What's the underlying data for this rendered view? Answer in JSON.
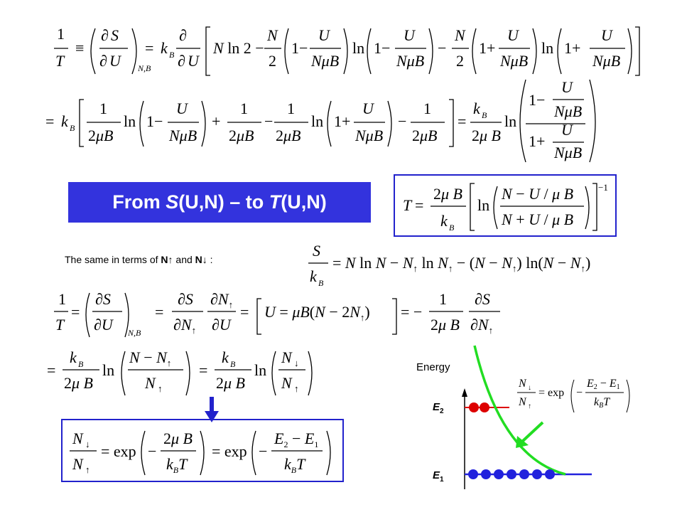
{
  "banner": {
    "prefix": "From ",
    "s_func": "S",
    "s_args": "(U,N)",
    "dash_to": " – to ",
    "t_func": "T",
    "t_args": "(U,N)"
  },
  "note": {
    "text": "The same in terms of ",
    "n_up": "N↑",
    "and": " and ",
    "n_down": "N↓",
    "colon": " :"
  },
  "diagram": {
    "energy_label": "Energy",
    "e2_label": "E",
    "e2_sub": "2",
    "e1_label": "E",
    "e1_sub": "1",
    "e2_occupancy": 2,
    "e1_occupancy": 7,
    "curve_color": "#22dd22",
    "level_color_e2": "#dd0000",
    "level_color_e1": "#2222dd",
    "arrow_color": "#22dd22"
  },
  "colors": {
    "banner_bg": "#3333dd",
    "box_border": "#2222cc",
    "down_arrow": "#2222cc"
  }
}
